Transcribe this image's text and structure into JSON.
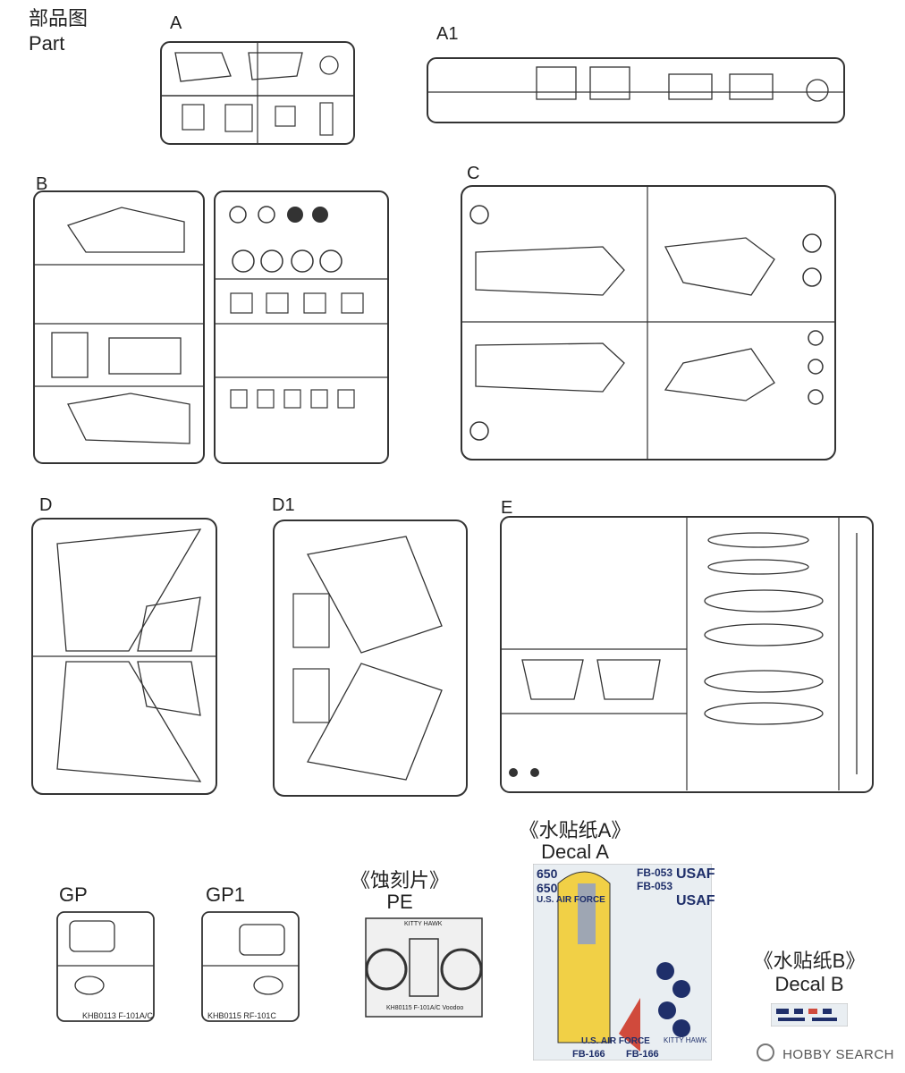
{
  "header": {
    "title_cn": "部品图",
    "title_en": "Part"
  },
  "sprues": {
    "A": {
      "label": "A"
    },
    "A1": {
      "label": "A1"
    },
    "B": {
      "label": "B"
    },
    "C": {
      "label": "C"
    },
    "D": {
      "label": "D"
    },
    "D1": {
      "label": "D1"
    },
    "E": {
      "label": "E"
    },
    "GP": {
      "label": "GP",
      "tag": "KHB0113 F-101A/C"
    },
    "GP1": {
      "label": "GP1",
      "tag": "KHB0115 RF-101C"
    }
  },
  "pe": {
    "label_cn": "《蚀刻片》",
    "label_en": "PE",
    "brand": "KITTY HAWK",
    "tag": "KH80115 F-101A/C Voodoo"
  },
  "decal_a": {
    "label_cn": "《水贴纸A》",
    "label_en": "Decal A",
    "texts": [
      "650",
      "650",
      "FB-053",
      "FB-053",
      "USAF",
      "USAF",
      "U.S. AIR FORCE",
      "U.S. AIR FORCE",
      "FB-166",
      "FB-166",
      "KITTY HAWK"
    ]
  },
  "decal_b": {
    "label_cn": "《水贴纸B》",
    "label_en": "Decal B"
  },
  "footer": {
    "text": "HOBBY SEARCH"
  }
}
